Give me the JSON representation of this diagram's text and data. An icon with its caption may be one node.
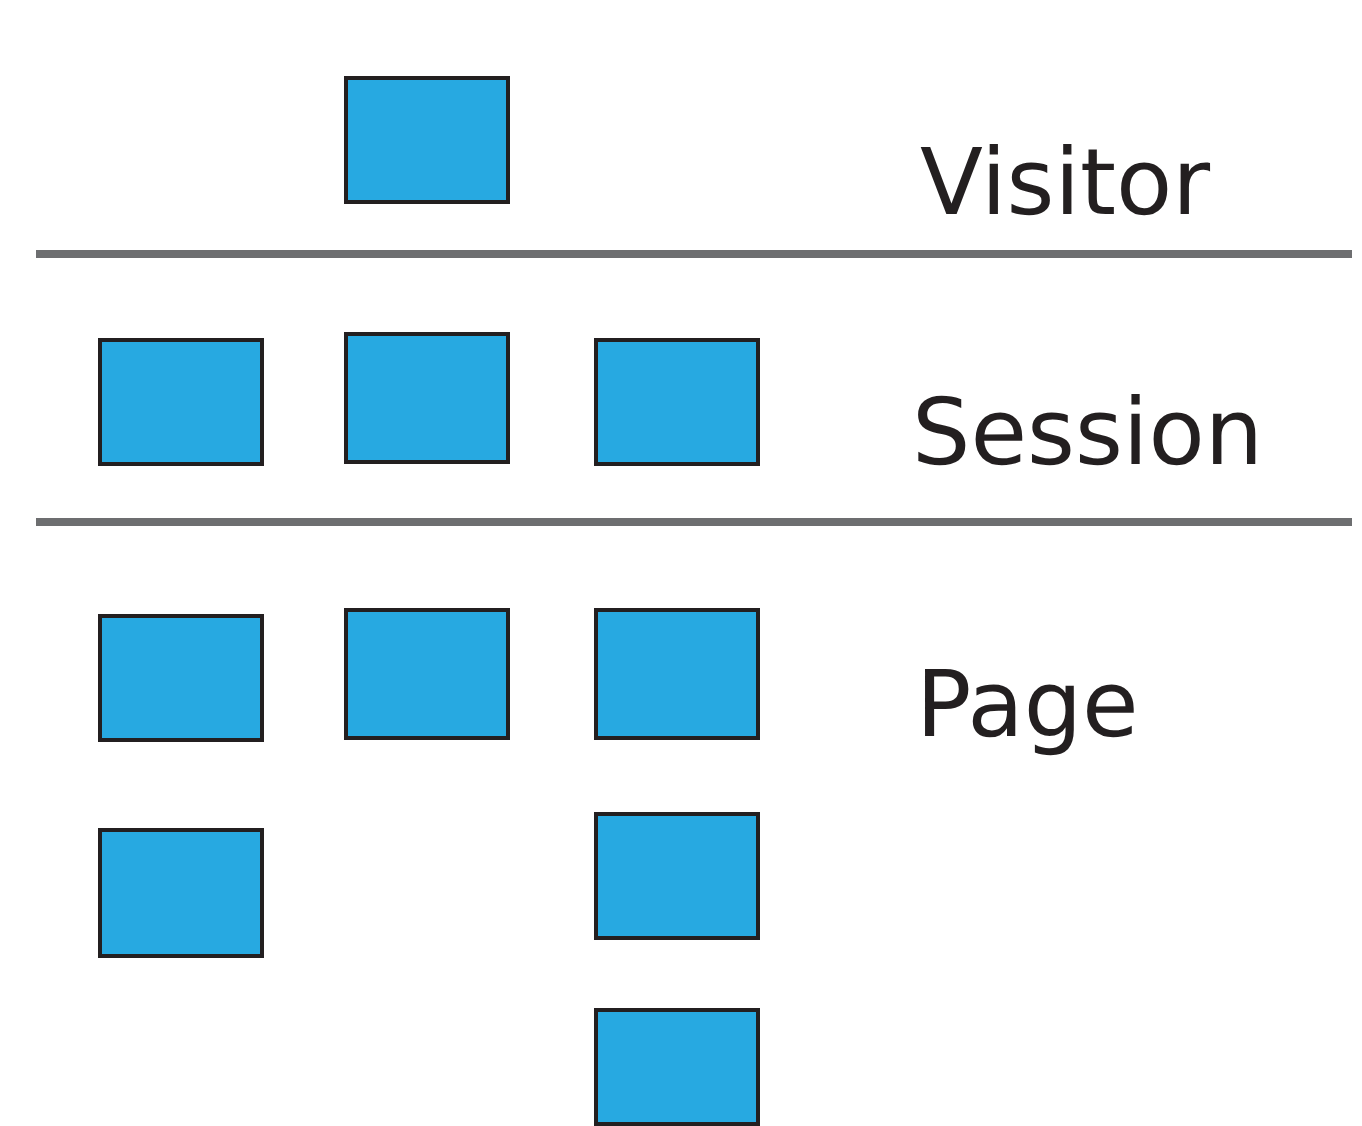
{
  "diagram": {
    "nodes": [
      {
        "text": [],
        "shape": "box"
      },
      {
        "text": [],
        "shape": "box"
      },
      {
        "text": [],
        "shape": "box"
      },
      {
        "text": [],
        "shape": "box"
      },
      {
        "text": [],
        "shape": "box"
      },
      {
        "text": [],
        "shape": "box"
      },
      {
        "text": [],
        "shape": "box"
      },
      {
        "text": [],
        "shape": "box"
      },
      {
        "text": [],
        "shape": "box"
      },
      {
        "text": [],
        "shape": "box"
      }
    ],
    "labels": [
      "Visitor",
      "Session",
      "Page"
    ]
  }
}
